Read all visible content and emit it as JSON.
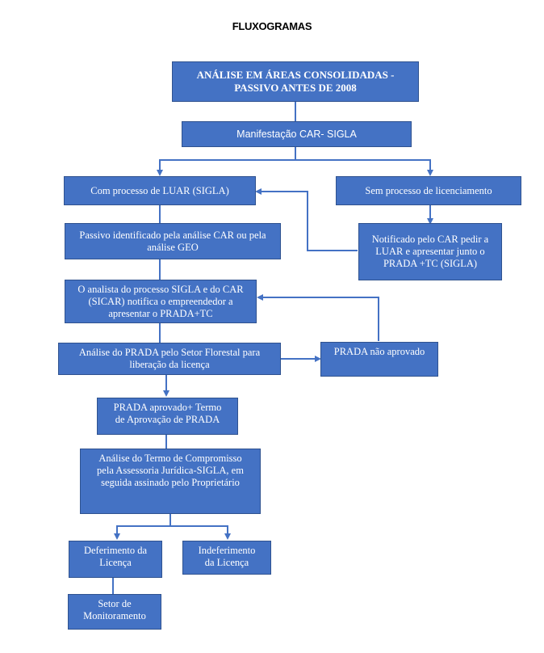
{
  "page_title": "FLUXOGRAMAS",
  "colors": {
    "box_fill": "#4472C4",
    "box_border": "#2F528F",
    "arrow": "#4472C4",
    "text": "#ffffff"
  },
  "nodes": {
    "title_box": "ANÁLISE EM ÁREAS CONSOLIDADAS -\nPASSIVO ANTES DE 2008",
    "manifestacao": "Manifestação CAR- SIGLA",
    "com_processo": "Com processo de LUAR (SIGLA)",
    "sem_processo": "Sem processo de licenciamento",
    "passivo": "Passivo identificado pela análise CAR ou pela\nanálise GEO",
    "notificado": "Notificado pelo CAR pedir a\nLUAR e apresentar junto o\nPRADA +TC (SIGLA)",
    "analista": "O analista do processo SIGLA e do CAR\n(SICAR) notifica o empreendedor a\napresentar o PRADA+TC",
    "analise_prada": "Análise do PRADA pelo Setor Florestal para\nliberação da licença",
    "prada_nao": "PRADA não aprovado",
    "prada_aprovado": "PRADA aprovado+ Termo\nde Aprovação de PRADA",
    "termo": "Análise do Termo de Compromisso\npela Assessoria Jurídica-SIGLA, em\nseguida assinado pelo Proprietário",
    "deferimento": "Deferimento da\nLicença",
    "indeferimento": "Indeferimento\nda Licença",
    "setor": "Setor de\nMonitoramento"
  }
}
